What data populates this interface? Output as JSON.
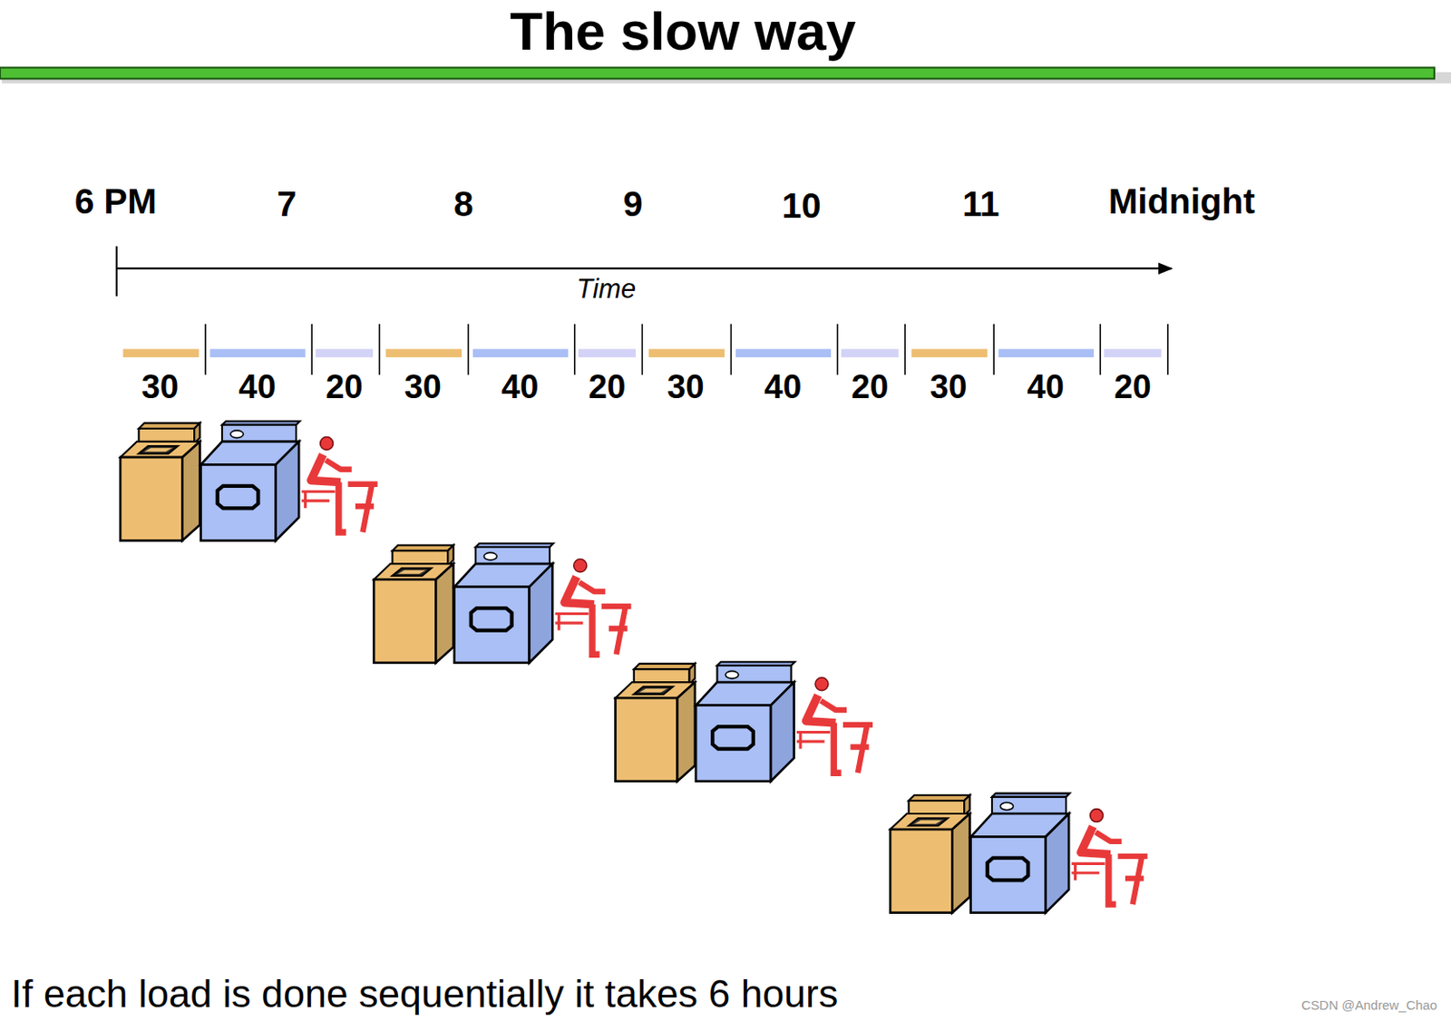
{
  "diagram": {
    "title": "The slow way",
    "caption": "If each load is done sequentially it takes 6 hours",
    "labels": [
      "6 PM",
      "7",
      "8",
      "9",
      "10",
      "11",
      "Midnight",
      "Time",
      "30",
      "40",
      "20",
      "30",
      "40",
      "20",
      "30",
      "40",
      "20",
      "30",
      "40",
      "20",
      "CSDN @Andrew_Chao"
    ]
  }
}
